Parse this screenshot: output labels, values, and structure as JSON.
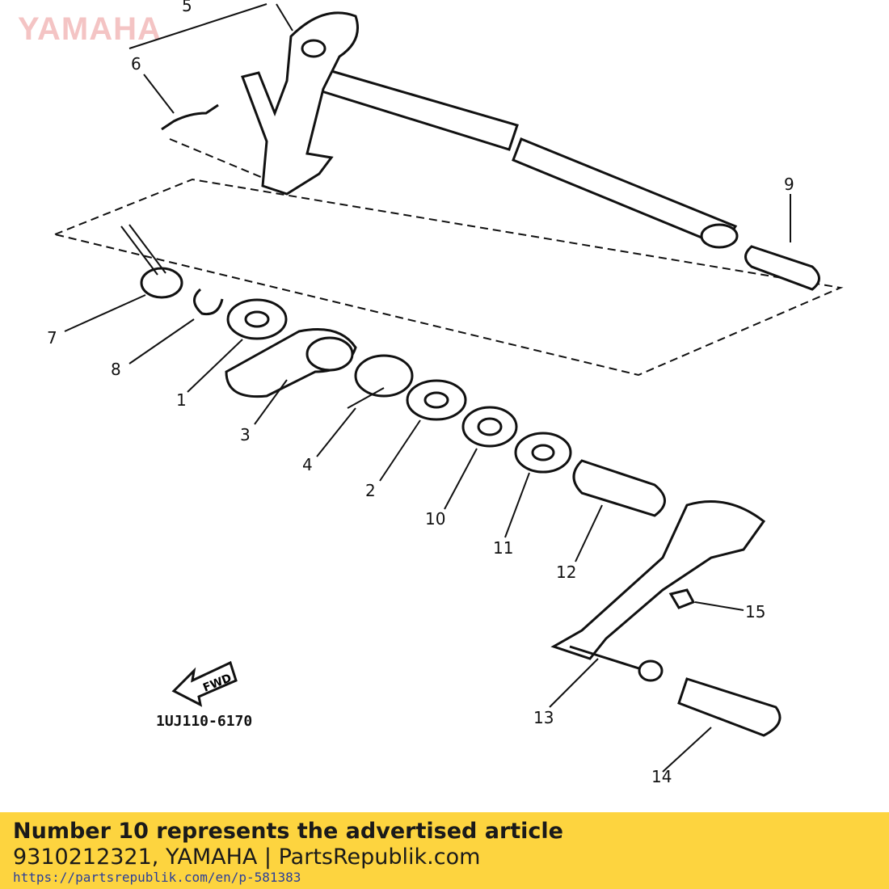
{
  "watermark": {
    "brand": "YAMAHA"
  },
  "diagram": {
    "callouts": [
      "5",
      "6",
      "9",
      "7",
      "8",
      "1",
      "3",
      "4",
      "2",
      "10",
      "11",
      "12",
      "15",
      "13",
      "14"
    ],
    "fwd_label": "FWD",
    "drawing_code": "1UJ110-6170"
  },
  "banner": {
    "headline": "Number 10 represents the advertised article",
    "part_info": "9310212321, YAMAHA | PartsRepublik.com",
    "url": "https://partsrepublik.com/en/p-581383"
  },
  "colors": {
    "banner_bg": "#fdd43f",
    "url": "#2a3f9a",
    "watermark": "#f4c4c4"
  }
}
